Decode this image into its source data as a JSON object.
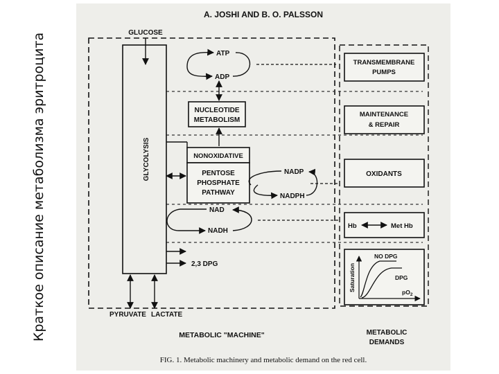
{
  "slide_title": "Краткое описание метаболизма эритроцита",
  "page_header": "A. JOSHI AND B. O. PALSSON",
  "nodes": {
    "glucose": "GLUCOSE",
    "glycolysis": "GLYCOLYSIS",
    "atp": "ATP",
    "adp": "ADP",
    "nucleotide_line1": "NUCLEOTIDE",
    "nucleotide_line2": "METABOLISM",
    "nonoxidative": "NONOXIDATIVE",
    "pentose_line1": "PENTOSE",
    "pentose_line2": "PHOSPHATE",
    "pentose_line3": "PATHWAY",
    "nadp": "NADP",
    "nadph": "NADPH",
    "nad": "NAD",
    "nadh": "NADH",
    "dpg": "2,3 DPG",
    "pyruvate": "PYRUVATE",
    "lactate": "LACTATE"
  },
  "machine_label": "METABOLIC \"MACHINE\"",
  "demands": {
    "transmembrane_line1": "TRANSMEMBRANE",
    "transmembrane_line2": "PUMPS",
    "maintenance_line1": "MAINTENANCE",
    "maintenance_line2": "& REPAIR",
    "oxidants": "OXIDANTS",
    "hb": "Hb",
    "met_hb": "Met Hb",
    "label_line1": "METABOLIC",
    "label_line2": "DEMANDS"
  },
  "saturation_plot": {
    "ylabel": "Saturation",
    "xlabel": "pO",
    "xlabel_sub": "2",
    "no_dpg": "NO DPG",
    "dpg": "DPG"
  },
  "caption": "FIG. 1. Metabolic machinery and metabolic demand on the red cell."
}
